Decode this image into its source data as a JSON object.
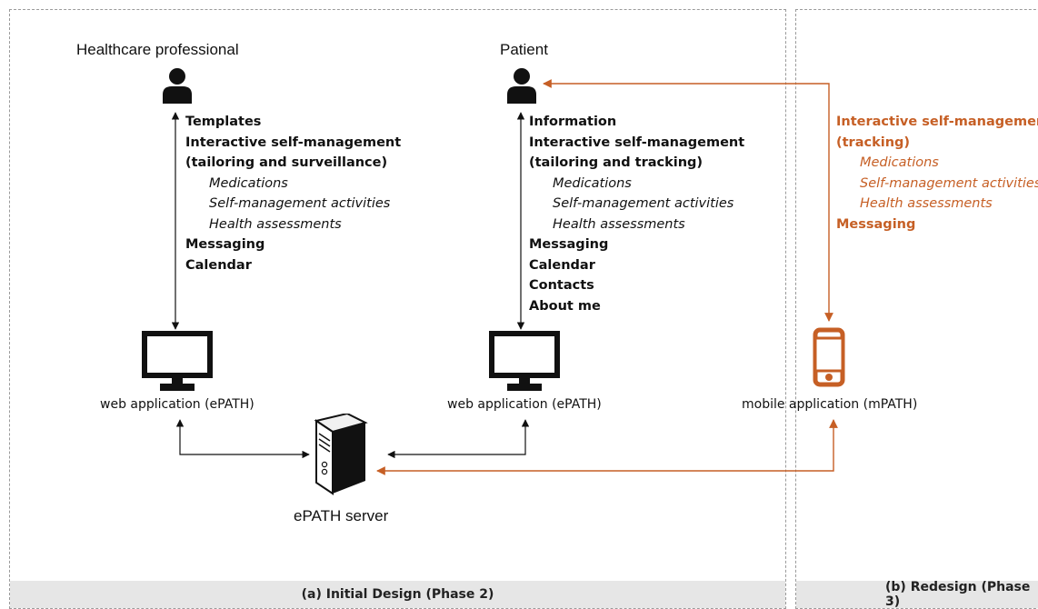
{
  "panels": {
    "initial_design": "(a) Initial Design (Phase 2)",
    "redesign": "(b) Redesign (Phase 3)"
  },
  "actors": {
    "healthcare_professional": "Healthcare professional",
    "patient": "Patient"
  },
  "systems": {
    "web_app_left": "web application (ePATH)",
    "web_app_right": "web application (ePATH)",
    "mobile_app": "mobile application (mPATH)",
    "server": "ePATH server"
  },
  "hcp_features": [
    {
      "text": "Templates",
      "style": "bold"
    },
    {
      "text": "Interactive self-management",
      "style": "bold"
    },
    {
      "text": "(tailoring and surveillance)",
      "style": "bold"
    },
    {
      "text": "Medications",
      "style": "italic"
    },
    {
      "text": "Self-management activities",
      "style": "italic"
    },
    {
      "text": "Health assessments",
      "style": "italic"
    },
    {
      "text": "Messaging",
      "style": "bold"
    },
    {
      "text": "Calendar",
      "style": "bold"
    }
  ],
  "patient_features": [
    {
      "text": "Information",
      "style": "bold"
    },
    {
      "text": "Interactive self-management",
      "style": "bold"
    },
    {
      "text": "(tailoring and tracking)",
      "style": "bold"
    },
    {
      "text": "Medications",
      "style": "italic"
    },
    {
      "text": "Self-management activities",
      "style": "italic"
    },
    {
      "text": "Health assessments",
      "style": "italic"
    },
    {
      "text": "Messaging",
      "style": "bold"
    },
    {
      "text": "Calendar",
      "style": "bold"
    },
    {
      "text": "Contacts",
      "style": "bold"
    },
    {
      "text": "About me",
      "style": "bold"
    }
  ],
  "mobile_features": [
    {
      "text": "Interactive self-management",
      "style": "bold"
    },
    {
      "text": "(tracking)",
      "style": "bold"
    },
    {
      "text": "Medications",
      "style": "italic"
    },
    {
      "text": "Self-management activities",
      "style": "italic"
    },
    {
      "text": "Health assessments",
      "style": "italic"
    },
    {
      "text": "Messaging",
      "style": "bold"
    }
  ],
  "colors": {
    "accent_orange": "#c65f25",
    "ink": "#111111",
    "caption_bg": "#e6e6e6"
  },
  "icons": {
    "person": "person-icon",
    "monitor": "monitor-icon",
    "phone": "smartphone-icon",
    "server": "server-tower-icon"
  }
}
